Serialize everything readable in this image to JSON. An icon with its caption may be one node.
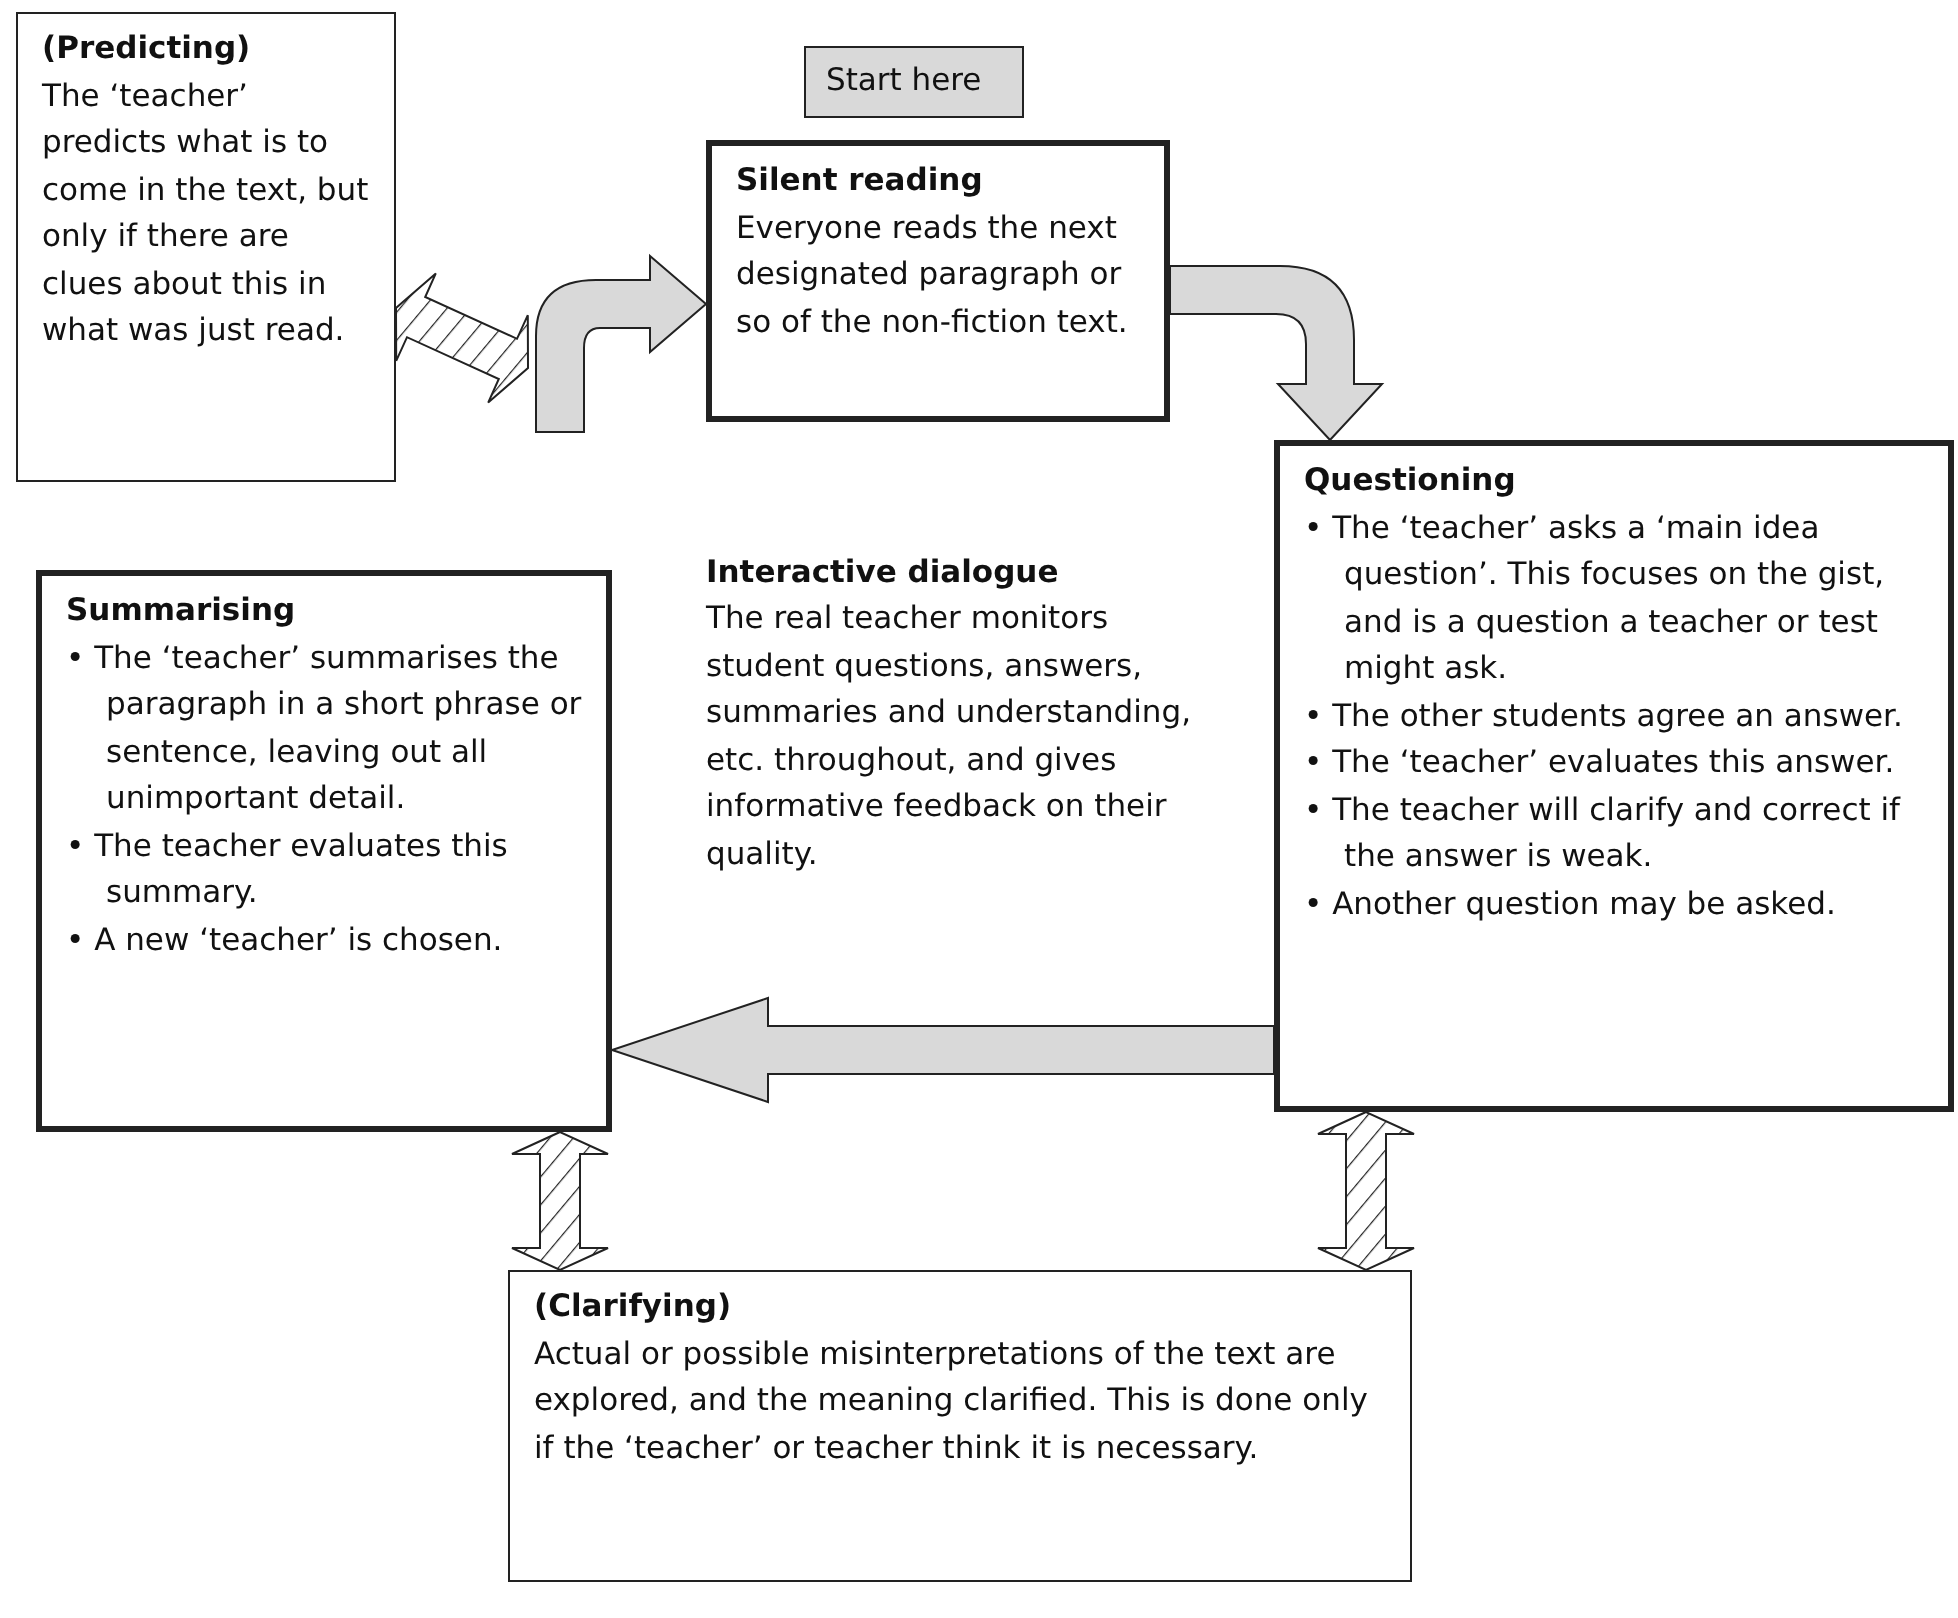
{
  "diagram": {
    "nodes": [
      {
        "text": [
          "(Predicting)",
          "The ‘teacher’ predicts what is to come in the text, but only if there are clues about this in what was just read."
        ]
      },
      {
        "text": [
          "Start here"
        ]
      },
      {
        "text": [
          "Silent reading",
          "Everyone reads the next designated paragraph or so of the non-fiction text."
        ]
      },
      {
        "text": [
          "Questioning",
          "• The ‘teacher’ asks a ‘main idea question’. This focuses on the gist, and is a question a teacher or test might ask.",
          "• The other students agree an answer.",
          "• The ‘teacher’ evaluates this answer.",
          "• The teacher will clarify and correct if the answer is weak.",
          "• Another question may be asked."
        ]
      },
      {
        "text": [
          "Summarising",
          "• The ‘teacher’ summarises the paragraph in a short phrase or sentence, leaving out all unimportant detail.",
          "• The teacher evaluates this summary.",
          "• A new ‘teacher’ is chosen."
        ]
      },
      {
        "text": [
          "(Clarifying)",
          "Actual or possible misinterpretations of the text are explored, and the meaning clarified. This is done only if the ‘teacher’ or teacher think it is necessary."
        ]
      }
    ],
    "edges": [
      {
        "from": null,
        "to": 2,
        "arrow": "to"
      },
      {
        "from": 2,
        "to": 3,
        "arrow": "to"
      },
      {
        "from": 3,
        "to": 4,
        "arrow": "to"
      },
      {
        "from": 4,
        "to": 5,
        "arrow": "both"
      },
      {
        "from": 3,
        "to": 5,
        "arrow": "both"
      },
      {
        "from": 0,
        "to": null,
        "arrow": "both"
      }
    ],
    "labels": [
      "Interactive dialogue",
      "The real teacher monitors student questions, answers, summaries and understanding, etc. throughout, and gives informative feedback on their quality."
    ]
  }
}
